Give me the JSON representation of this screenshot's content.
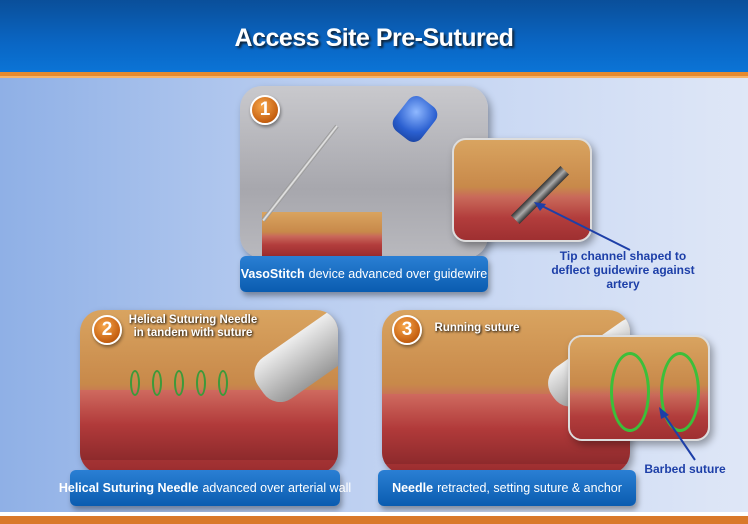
{
  "title": "Access Site Pre-Sutured",
  "steps": [
    {
      "number": "1",
      "caption_bold": "VasoStitch",
      "caption_rest": "device advanced over guidewire"
    },
    {
      "number": "2",
      "caption_bold": "Helical Suturing Needle",
      "caption_rest": "advanced over arterial wall",
      "label": "Helical Suturing Needle in tandem with suture"
    },
    {
      "number": "3",
      "caption_bold": "Needle",
      "caption_rest": "retracted, setting suture & anchor",
      "label": "Running suture"
    }
  ],
  "annotations": {
    "tip_channel": "Tip channel shaped to deflect guidewire against artery",
    "barbed_suture": "Barbed suture"
  },
  "colors": {
    "header": "#0a66c4",
    "accent": "#e58a2e",
    "caption": "#0a5cb0",
    "annotation": "#1d3fa8"
  }
}
